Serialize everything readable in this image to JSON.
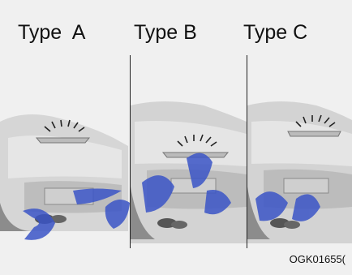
{
  "figure": {
    "panels": [
      {
        "label": "Type  A"
      },
      {
        "label": "Type B"
      },
      {
        "label": "Type C"
      }
    ],
    "code": "OGK01655("
  },
  "colors": {
    "background": "#f0f0f0",
    "car_body": "#d9d9d9",
    "car_shadow": "#9a9a9a",
    "watermark": "#3b55c7"
  },
  "icons": [
    "light-rays-icon"
  ]
}
